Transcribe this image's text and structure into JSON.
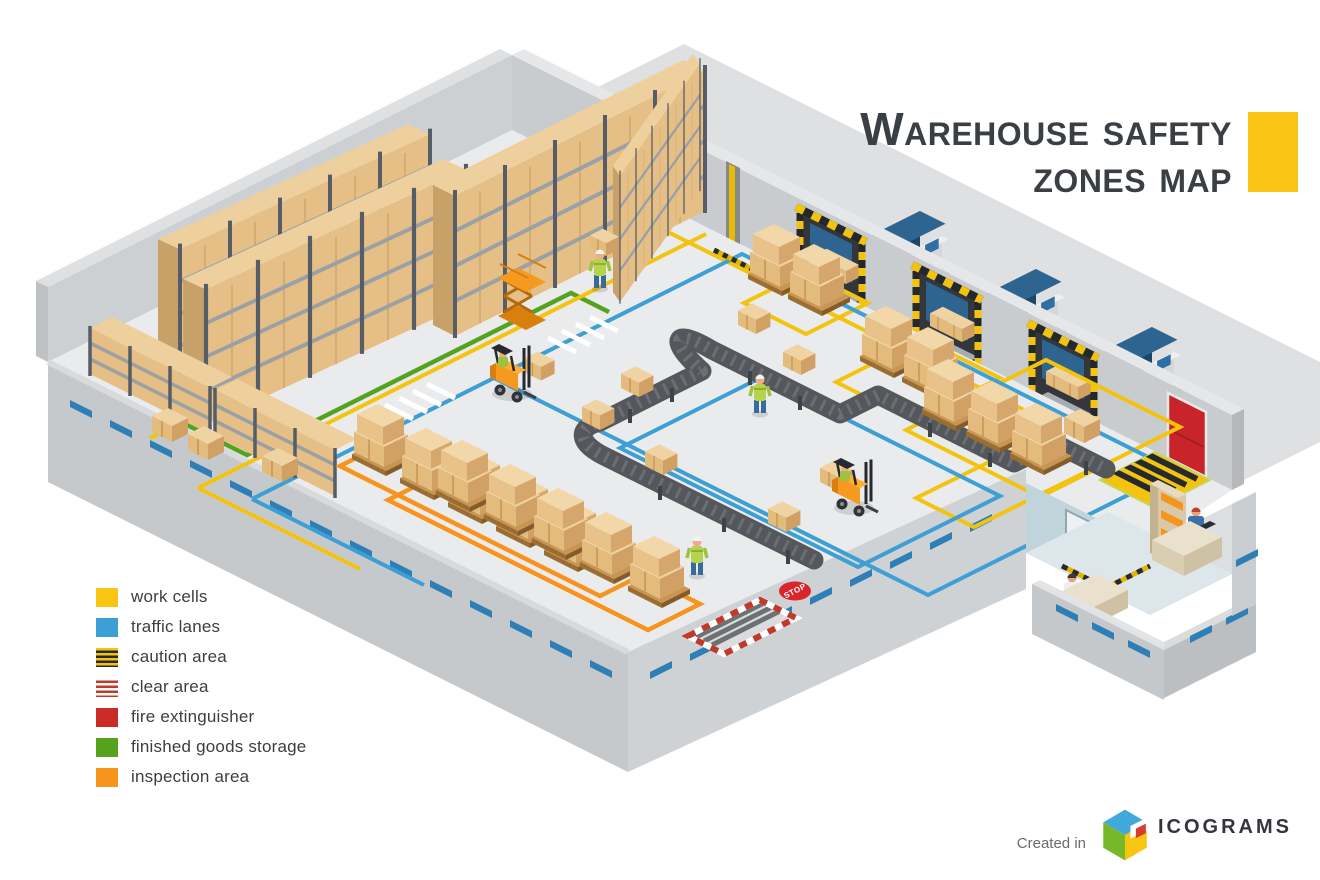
{
  "title": {
    "line1": "Warehouse safety",
    "line2": "zones map",
    "accent_color": "#F9C513",
    "text_color": "#3A3F44"
  },
  "legend": {
    "items": [
      {
        "label": "work cells",
        "swatch": "solid",
        "color": "#F9C513"
      },
      {
        "label": "traffic lanes",
        "swatch": "solid",
        "color": "#3E9FD4"
      },
      {
        "label": "caution area",
        "swatch": "stripes-caution",
        "color": "#F2C40F",
        "stripe_color": "#26292D"
      },
      {
        "label": "clear area",
        "swatch": "stripes-clear",
        "color": "#FFFFFF",
        "stripe_color": "#C0392B"
      },
      {
        "label": "fire extinguisher",
        "swatch": "solid",
        "color": "#CB2B27"
      },
      {
        "label": "finished goods storage",
        "swatch": "solid",
        "color": "#55A21E"
      },
      {
        "label": "inspection area",
        "swatch": "solid",
        "color": "#F6941E"
      }
    ]
  },
  "floor_marking": {
    "stop_label": "STOP"
  },
  "footer": {
    "created_in": "Created in",
    "brand": "ICOGRAMS"
  },
  "scene_colors": {
    "floor": "#EAEBED",
    "wall": "#C9CCCF",
    "wall_top": "#E6E7E9",
    "apron": "#DFE0E2",
    "rack_boxes": "#E5BF85",
    "conveyor": "#54575C",
    "truck": "#1E4668",
    "forklift": "#F59A1E",
    "office_floor": "#DDE7EB",
    "window_blue": "#2E7FB5"
  }
}
